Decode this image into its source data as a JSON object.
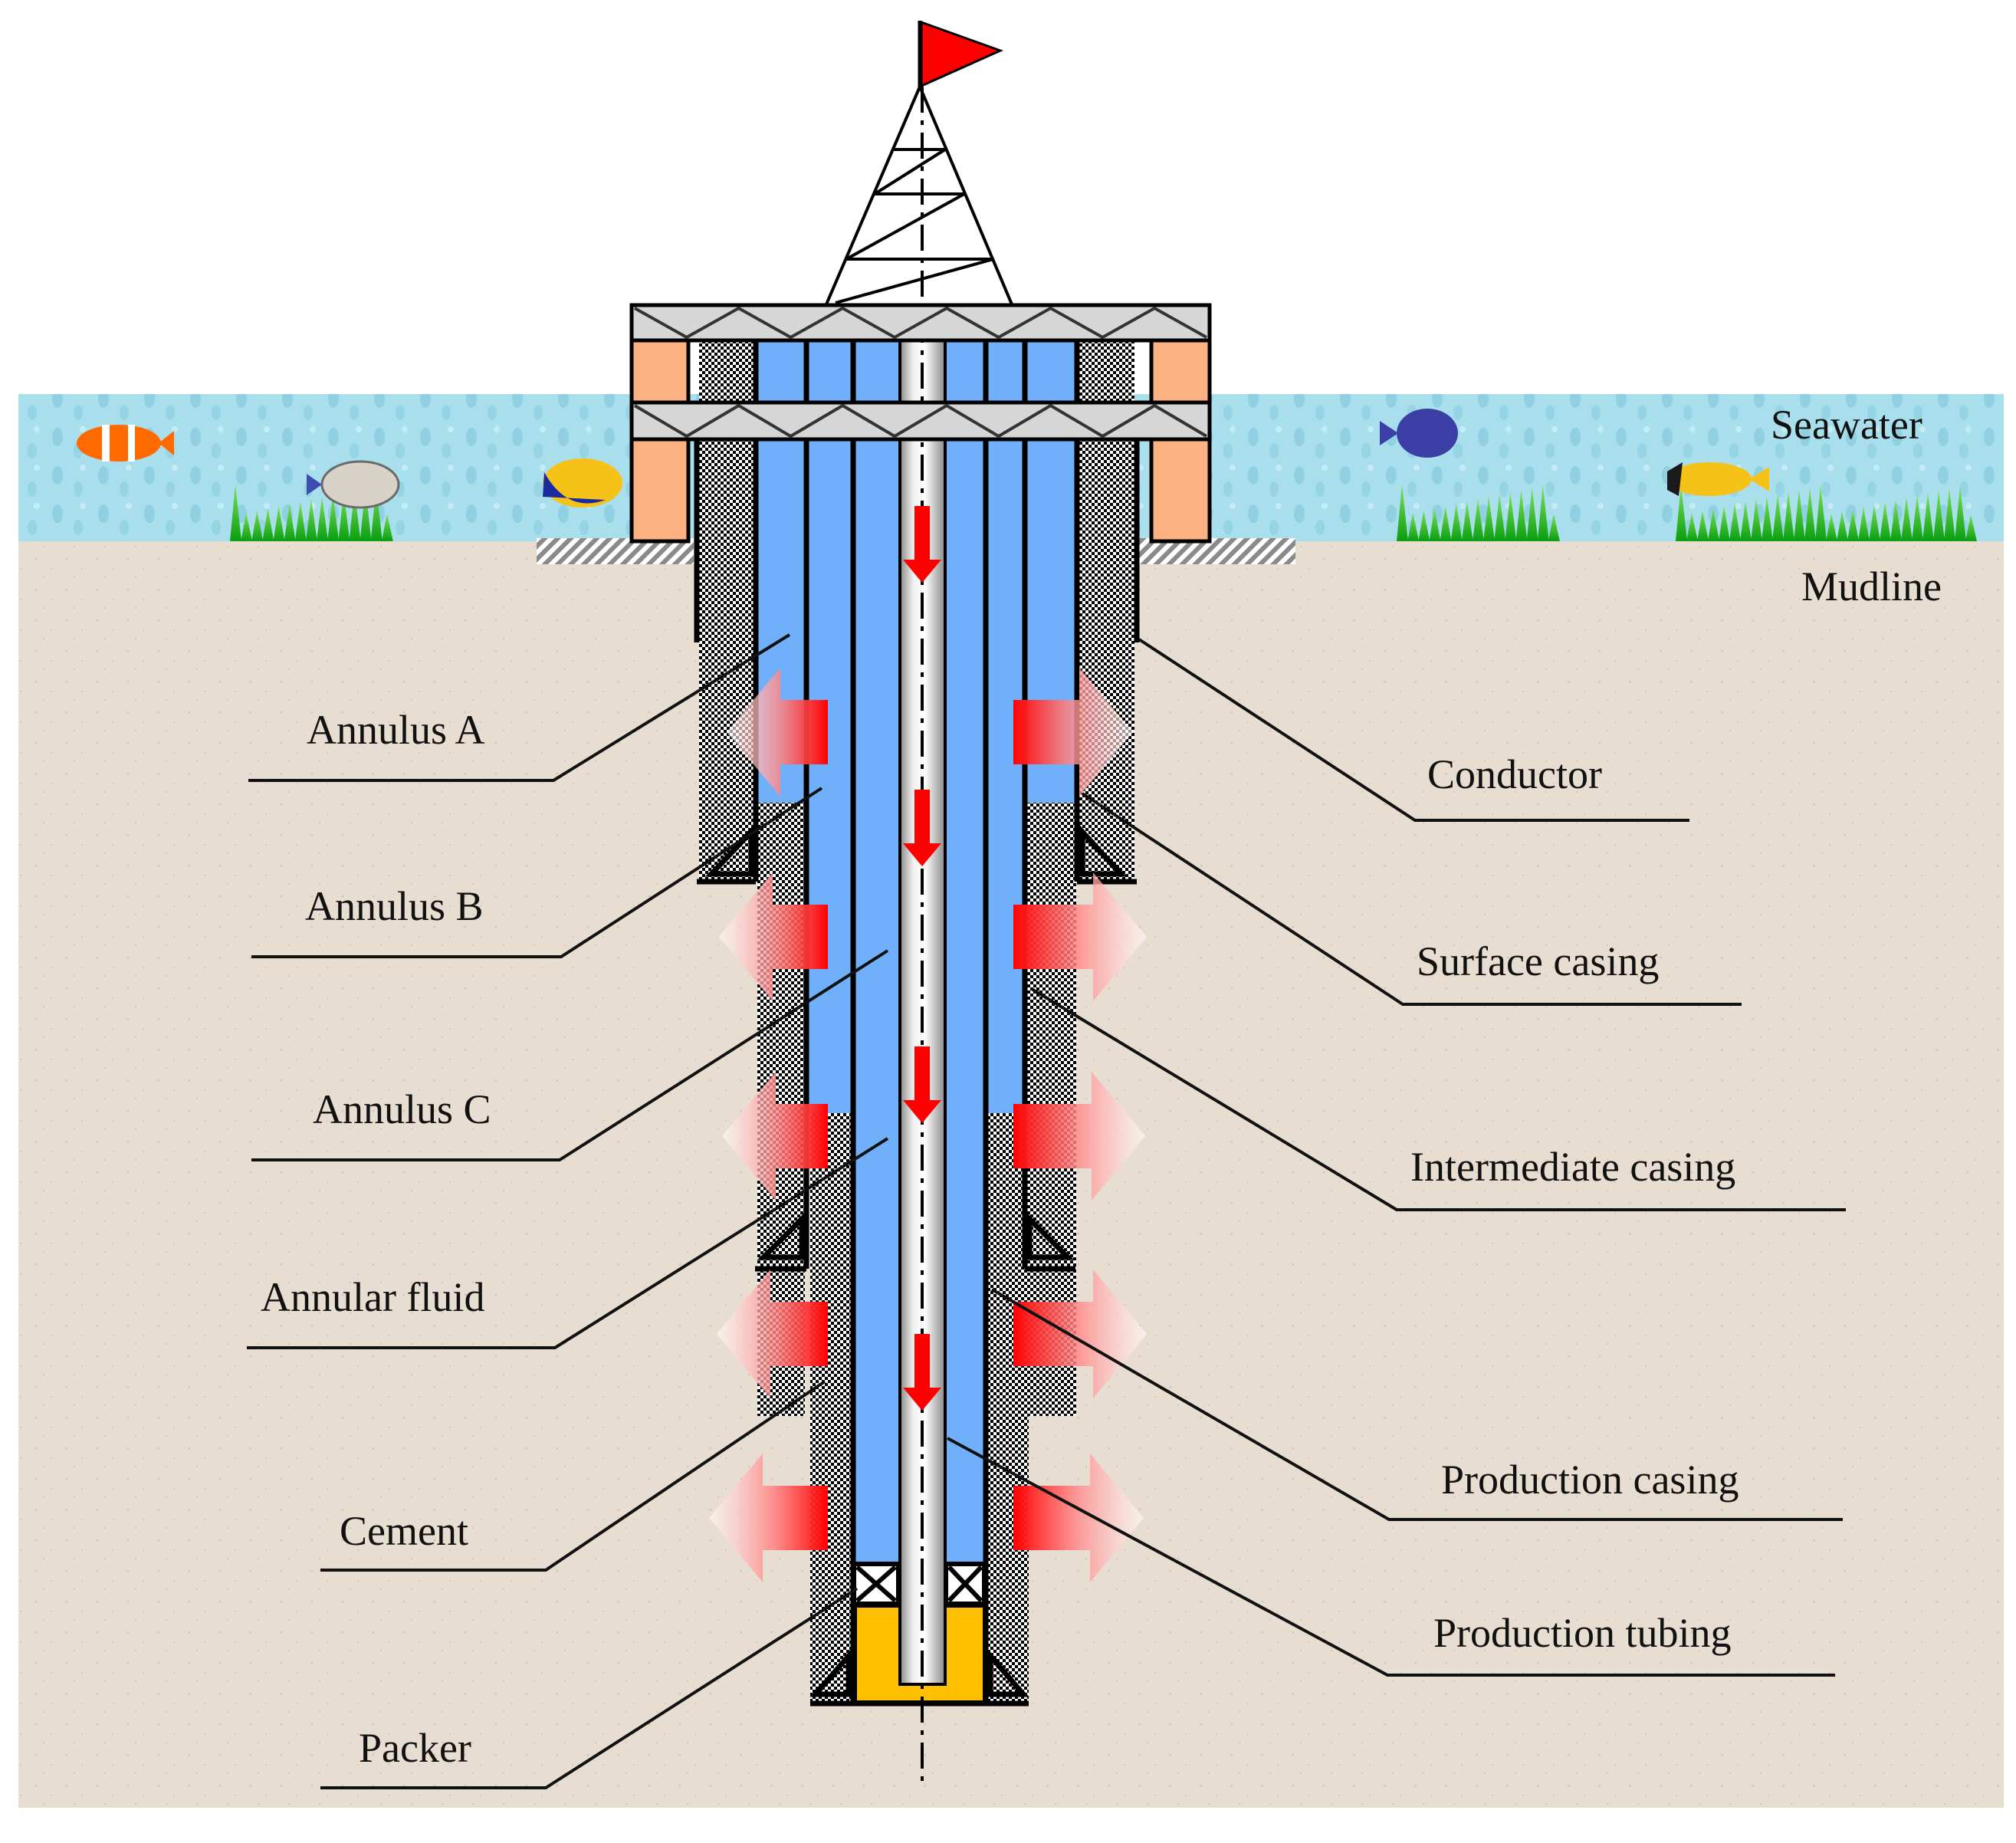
{
  "figure": {
    "title": "Offshore wellbore annulus structure schematic",
    "environment_labels": {
      "seawater": "Seawater",
      "mudline": "Mudline"
    },
    "left_labels": [
      {
        "id": "annulus-a",
        "text": "Annulus A"
      },
      {
        "id": "annulus-b",
        "text": "Annulus B"
      },
      {
        "id": "annulus-c",
        "text": "Annulus C"
      },
      {
        "id": "annular-fluid",
        "text": "Annular fluid"
      },
      {
        "id": "cement",
        "text": "Cement"
      },
      {
        "id": "packer",
        "text": "Packer"
      }
    ],
    "right_labels": [
      {
        "id": "conductor",
        "text": "Conductor"
      },
      {
        "id": "surface-casing",
        "text": "Surface casing"
      },
      {
        "id": "intermediate-casing",
        "text": "Intermediate casing"
      },
      {
        "id": "production-casing",
        "text": "Production casing"
      },
      {
        "id": "production-tubing",
        "text": "Production tubing"
      }
    ],
    "colors": {
      "annular_fluid": "#70b0fa",
      "sediment": "#e7ddd0",
      "seawater": "#a9dfec",
      "flag": "#ff0000",
      "heat_arrow": "#ff0000",
      "wellhead_block": "#fbb181",
      "deck": "#d6d6d6",
      "packer_body": "#ffc000",
      "grass": "#19b21a"
    },
    "icons": {
      "flag": "flag-icon",
      "derrick": "derrick-icon",
      "flow_arrow": "arrow-down-icon",
      "heat_arrow": "heat-transfer-arrow-icon",
      "fish": "fish-icon",
      "seagrass": "seagrass-icon"
    }
  }
}
